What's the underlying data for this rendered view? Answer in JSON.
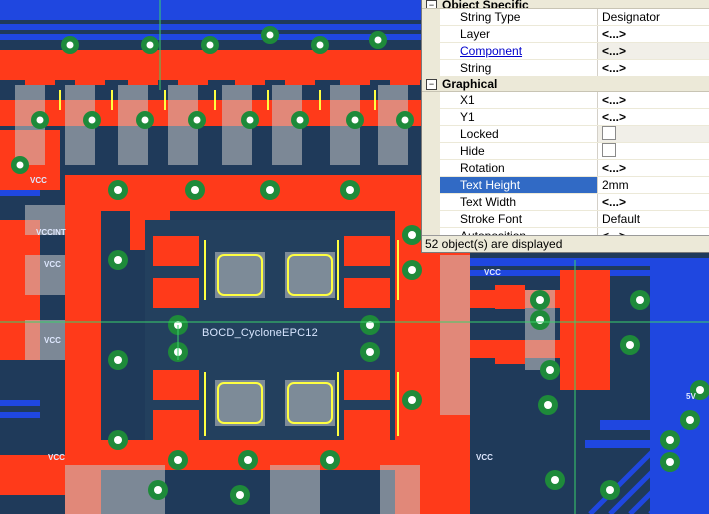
{
  "colors": {
    "board_bg": "#1f3a5a",
    "copper_top": "#ff3a1a",
    "copper_bottom": "#1f47e0",
    "pad_green": "#1e8a3a",
    "silk_yellow": "#ffff40",
    "selection": "#316ac5"
  },
  "pcb": {
    "component_label": "BOCD_CycloneEPC12",
    "net_labels": [
      "VCC",
      "VCC",
      "VCC",
      "VCC",
      "VCC",
      "VCC",
      "5V",
      "VCCINT"
    ]
  },
  "inspector": {
    "section_object_specific": "Object Specific",
    "rows_object": [
      {
        "name": "String Type",
        "value": "Designator"
      },
      {
        "name": "Layer",
        "value": "<...>"
      },
      {
        "name": "Component",
        "value": "<...>"
      },
      {
        "name": "String",
        "value": "<...>"
      }
    ],
    "section_graphical": "Graphical",
    "rows_graphical": [
      {
        "name": "X1",
        "value": "<...>"
      },
      {
        "name": "Y1",
        "value": "<...>"
      },
      {
        "name": "Locked",
        "value": ""
      },
      {
        "name": "Hide",
        "value": ""
      },
      {
        "name": "Rotation",
        "value": "<...>"
      },
      {
        "name": "Text Height",
        "value": "2mm"
      },
      {
        "name": "Text Width",
        "value": "<...>"
      },
      {
        "name": "Stroke Font",
        "value": "Default"
      },
      {
        "name": "Autoposition",
        "value": "<...>"
      }
    ],
    "status": "52 object(s) are displayed"
  }
}
